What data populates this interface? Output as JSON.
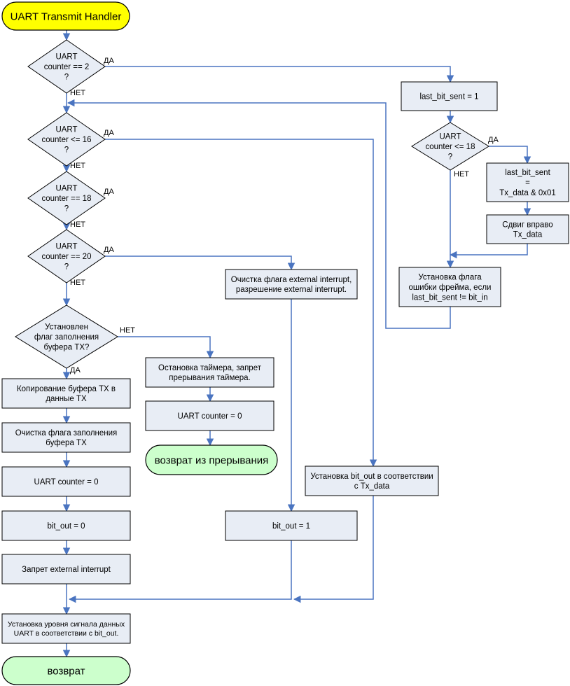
{
  "colors": {
    "start_fill": "#ffff00",
    "terminal_fill": "#ccffcc",
    "box_fill": "#e8edf5",
    "border": "#000000",
    "connector": "#4a74c0"
  },
  "nodes": {
    "start": [
      "UART Transmit Handler"
    ],
    "d_eq2": [
      "UART",
      "counter == 2",
      "?"
    ],
    "d_le16": [
      "UART",
      "counter <= 16",
      "?"
    ],
    "d_eq18": [
      "UART",
      "counter == 18",
      "?"
    ],
    "d_eq20": [
      "UART",
      "counter == 20",
      "?"
    ],
    "d_flag": [
      "Установлен",
      "флаг заполнения",
      "буфера TX?"
    ],
    "p_copy": [
      "Копирование буфера TX в",
      "данные TX"
    ],
    "p_clearflag": [
      "Очистка флага заполнения",
      "буфера TX"
    ],
    "p_counter0": [
      "UART counter = 0"
    ],
    "p_bitout0": [
      "bit_out = 0"
    ],
    "p_disable_ext": [
      "Запрет external interrupt"
    ],
    "p_setlevel": [
      "Установка уровня сигнала данных",
      "UART в соответствии с bit_out."
    ],
    "end_return": [
      "возврат"
    ],
    "p_stop_timer": [
      "Остановка таймера, запрет",
      "прерывания таймера."
    ],
    "p_counter0b": [
      "UART counter = 0"
    ],
    "end_irq": [
      "возврат из прерывания"
    ],
    "p_clear_ext": [
      "Очистка флага external interrupt,",
      "разрешение external interrupt."
    ],
    "p_bitout1": [
      "bit_out = 1"
    ],
    "p_set_bitout": [
      "Установка bit_out в соответствии",
      "с Tx_data"
    ],
    "p_lastbit1": [
      "last_bit_sent = 1"
    ],
    "d_le18": [
      "UART",
      "counter <= 18",
      "?"
    ],
    "p_lastbit_tx": [
      "last_bit_sent",
      "=",
      "Tx_data & 0x01"
    ],
    "p_shift": [
      "Сдвиг вправо",
      "Tx_data"
    ],
    "p_frame_err": [
      "Установка флага",
      "ошибки фрейма, если",
      "last_bit_sent != bit_in"
    ]
  },
  "edge_labels": {
    "eq2_yes": "ДА",
    "eq2_no": "НЕТ",
    "le16_yes": "ДА",
    "le16_no": "НЕТ",
    "eq18_yes": "ДА",
    "eq18_no": "НЕТ",
    "eq20_yes": "ДА",
    "eq20_no": "НЕТ",
    "flag_no": "НЕТ",
    "flag_yes": "ДА",
    "le18_yes": "ДА",
    "le18_no": "НЕТ"
  }
}
